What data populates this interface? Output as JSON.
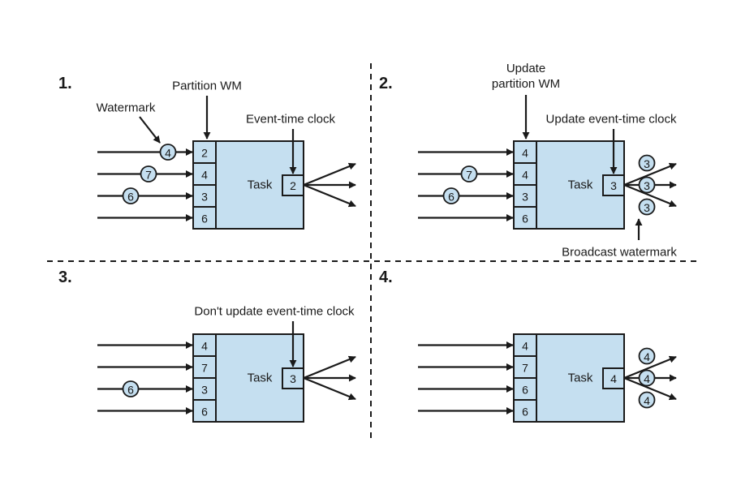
{
  "colors": {
    "box_fill": "#c5dff0",
    "stroke": "#1a1a1a",
    "watermark_fill": "#c5dff0",
    "divider": "#1a1a1a"
  },
  "panels": [
    {
      "number": "1.",
      "task_label": "Task",
      "partitions": [
        "2",
        "4",
        "3",
        "6"
      ],
      "clock": "2",
      "incoming_watermarks": [
        {
          "row": 0,
          "value": "4"
        },
        {
          "row": 1,
          "value": "7"
        },
        {
          "row": 2,
          "value": "6"
        }
      ],
      "outgoing_watermarks": [],
      "labels": {
        "watermark": "Watermark",
        "partition_wm": "Partition WM",
        "clock": "Event-time clock"
      }
    },
    {
      "number": "2.",
      "task_label": "Task",
      "partitions": [
        "4",
        "4",
        "3",
        "6"
      ],
      "clock": "3",
      "incoming_watermarks": [
        {
          "row": 1,
          "value": "7"
        },
        {
          "row": 2,
          "value": "6"
        }
      ],
      "outgoing_watermarks": [
        "3",
        "3",
        "3"
      ],
      "labels": {
        "partition_wm": "Update\npartition WM",
        "clock": "Update event-time clock",
        "broadcast": "Broadcast watermark"
      }
    },
    {
      "number": "3.",
      "task_label": "Task",
      "partitions": [
        "4",
        "7",
        "3",
        "6"
      ],
      "clock": "3",
      "incoming_watermarks": [
        {
          "row": 2,
          "value": "6"
        }
      ],
      "outgoing_watermarks": [],
      "labels": {
        "clock": "Don't update event-time clock"
      }
    },
    {
      "number": "4.",
      "task_label": "Task",
      "partitions": [
        "4",
        "7",
        "6",
        "6"
      ],
      "clock": "4",
      "incoming_watermarks": [],
      "outgoing_watermarks": [
        "4",
        "4",
        "4"
      ],
      "labels": {}
    }
  ]
}
